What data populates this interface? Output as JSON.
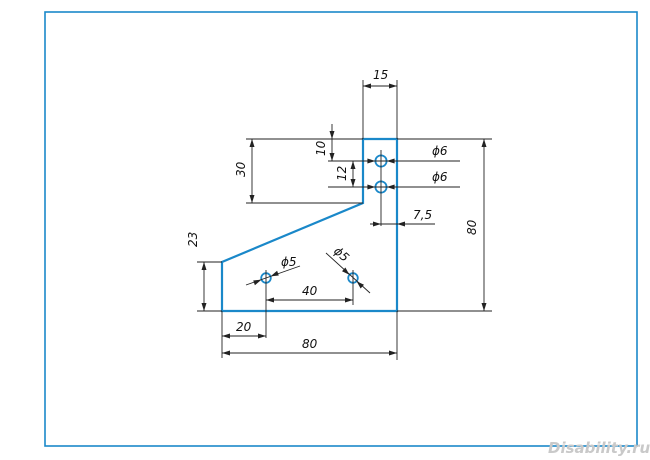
{
  "colors": {
    "part_outline": "#1a88c9",
    "frame": "#1a88c9",
    "dimension_lines": "#222222",
    "watermark": "#c9c9c9"
  },
  "dimensions": {
    "top_width": "15",
    "hole_top_offset": "10",
    "hole_spacing": "12",
    "upper_height": "30",
    "hole_upper_diameter": "ϕ6",
    "hole_lower_diameter": "ϕ6",
    "hole_x_offset": "7,5",
    "total_height": "80",
    "left_height": "23",
    "bottom_hole_left_diameter": "ϕ5",
    "bottom_hole_right_diameter": "ϕ5",
    "bottom_hole_spacing": "40",
    "bottom_hole_x_offset": "20",
    "total_width": "80"
  },
  "watermark": "Disability.ru"
}
